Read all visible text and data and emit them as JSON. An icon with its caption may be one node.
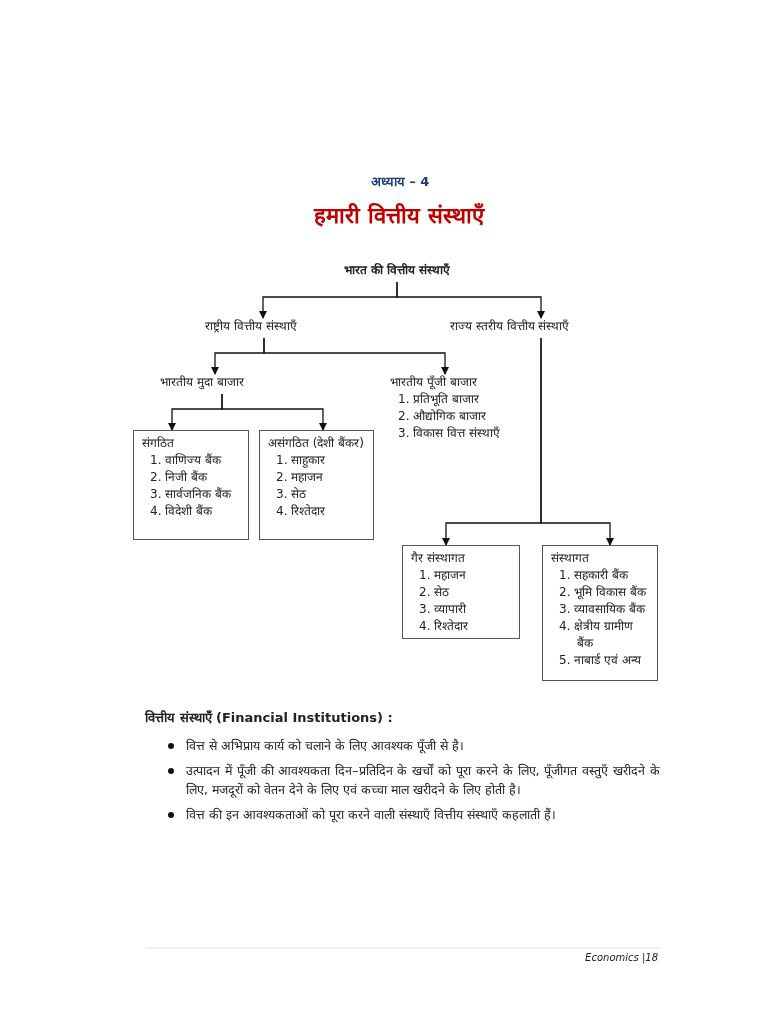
{
  "diagram": {
    "title": "हमारी वित्तीय संस्थाएँ",
    "nodes": [
      {
        "text": [
          "भारत की वित्तीय संस्थाएँ"
        ]
      },
      {
        "text": [
          "राष्ट्रीय वित्तीय संस्थाएँ"
        ]
      },
      {
        "text": [
          "राज्य स्तरीय वित्तीय संस्थाएँ"
        ]
      },
      {
        "text": [
          "भारतीय मुदा बाजार"
        ]
      },
      {
        "text": [
          "भारतीय पूँजी बाजार",
          "1. प्रतिभूति बाजार",
          "2. औद्योगिक बाजार",
          "3. विकास वित्त संस्थाएँ"
        ]
      },
      {
        "text": [
          "संगठित",
          "1. वाणिज्य बैंक",
          "2. निजी बैंक",
          "3. सार्वजनिक बैंक",
          "4. विदेशी बैंक"
        ]
      },
      {
        "text": [
          "असंगठित (देशी बैंकर)",
          "1. साहुकार",
          "2. महाजन",
          "3. सेठ",
          "4. रिश्तेदार"
        ]
      },
      {
        "text": [
          "गैर संस्थागत",
          "1. महाजन",
          "2. सेठ",
          "3. व्यापारी",
          "4. रिश्तेदार"
        ]
      },
      {
        "text": [
          "संस्थागत",
          "1. सहकारी बैंक",
          "2. भूमि विकास बैंक",
          "3. व्यावसायिक बैंक",
          "4. क्षेत्रीय ग्रामीण बैंक",
          "5. नाबार्ड एवं अन्य"
        ]
      }
    ],
    "edges": [
      {
        "from": 0,
        "to": 1,
        "arrow": "to"
      },
      {
        "from": 0,
        "to": 2,
        "arrow": "to"
      },
      {
        "from": 1,
        "to": 3,
        "arrow": "to"
      },
      {
        "from": 1,
        "to": 4,
        "arrow": "to"
      },
      {
        "from": 3,
        "to": 5,
        "arrow": "to"
      },
      {
        "from": 3,
        "to": 6,
        "arrow": "to"
      },
      {
        "from": 2,
        "to": 7,
        "arrow": "to"
      },
      {
        "from": 2,
        "to": 8,
        "arrow": "to"
      }
    ],
    "labels": [
      "अध्याय – 4",
      "वित्तीय संस्थाएँ (Financial Institutions) :",
      "वित्त से अभिप्राय कार्य को चलाने के लिए आवश्यक पूँजी से है।",
      "उत्पादन में पूँजी की आवश्यकता दिन–प्रतिदिन के खर्चों को पूरा करने के लिए, पूँजीगत वस्तुएँ खरीदने के लिए, मजदूरों को वेतन देने के लिए एवं कच्चा माल खरीदने के लिए होती है।",
      "वित्त की इन आवश्यकताओं को पूरा करने वाली संस्थाएँ वित्तीय संस्थाएँ कहलाती हैं।",
      "Economics |18"
    ]
  }
}
